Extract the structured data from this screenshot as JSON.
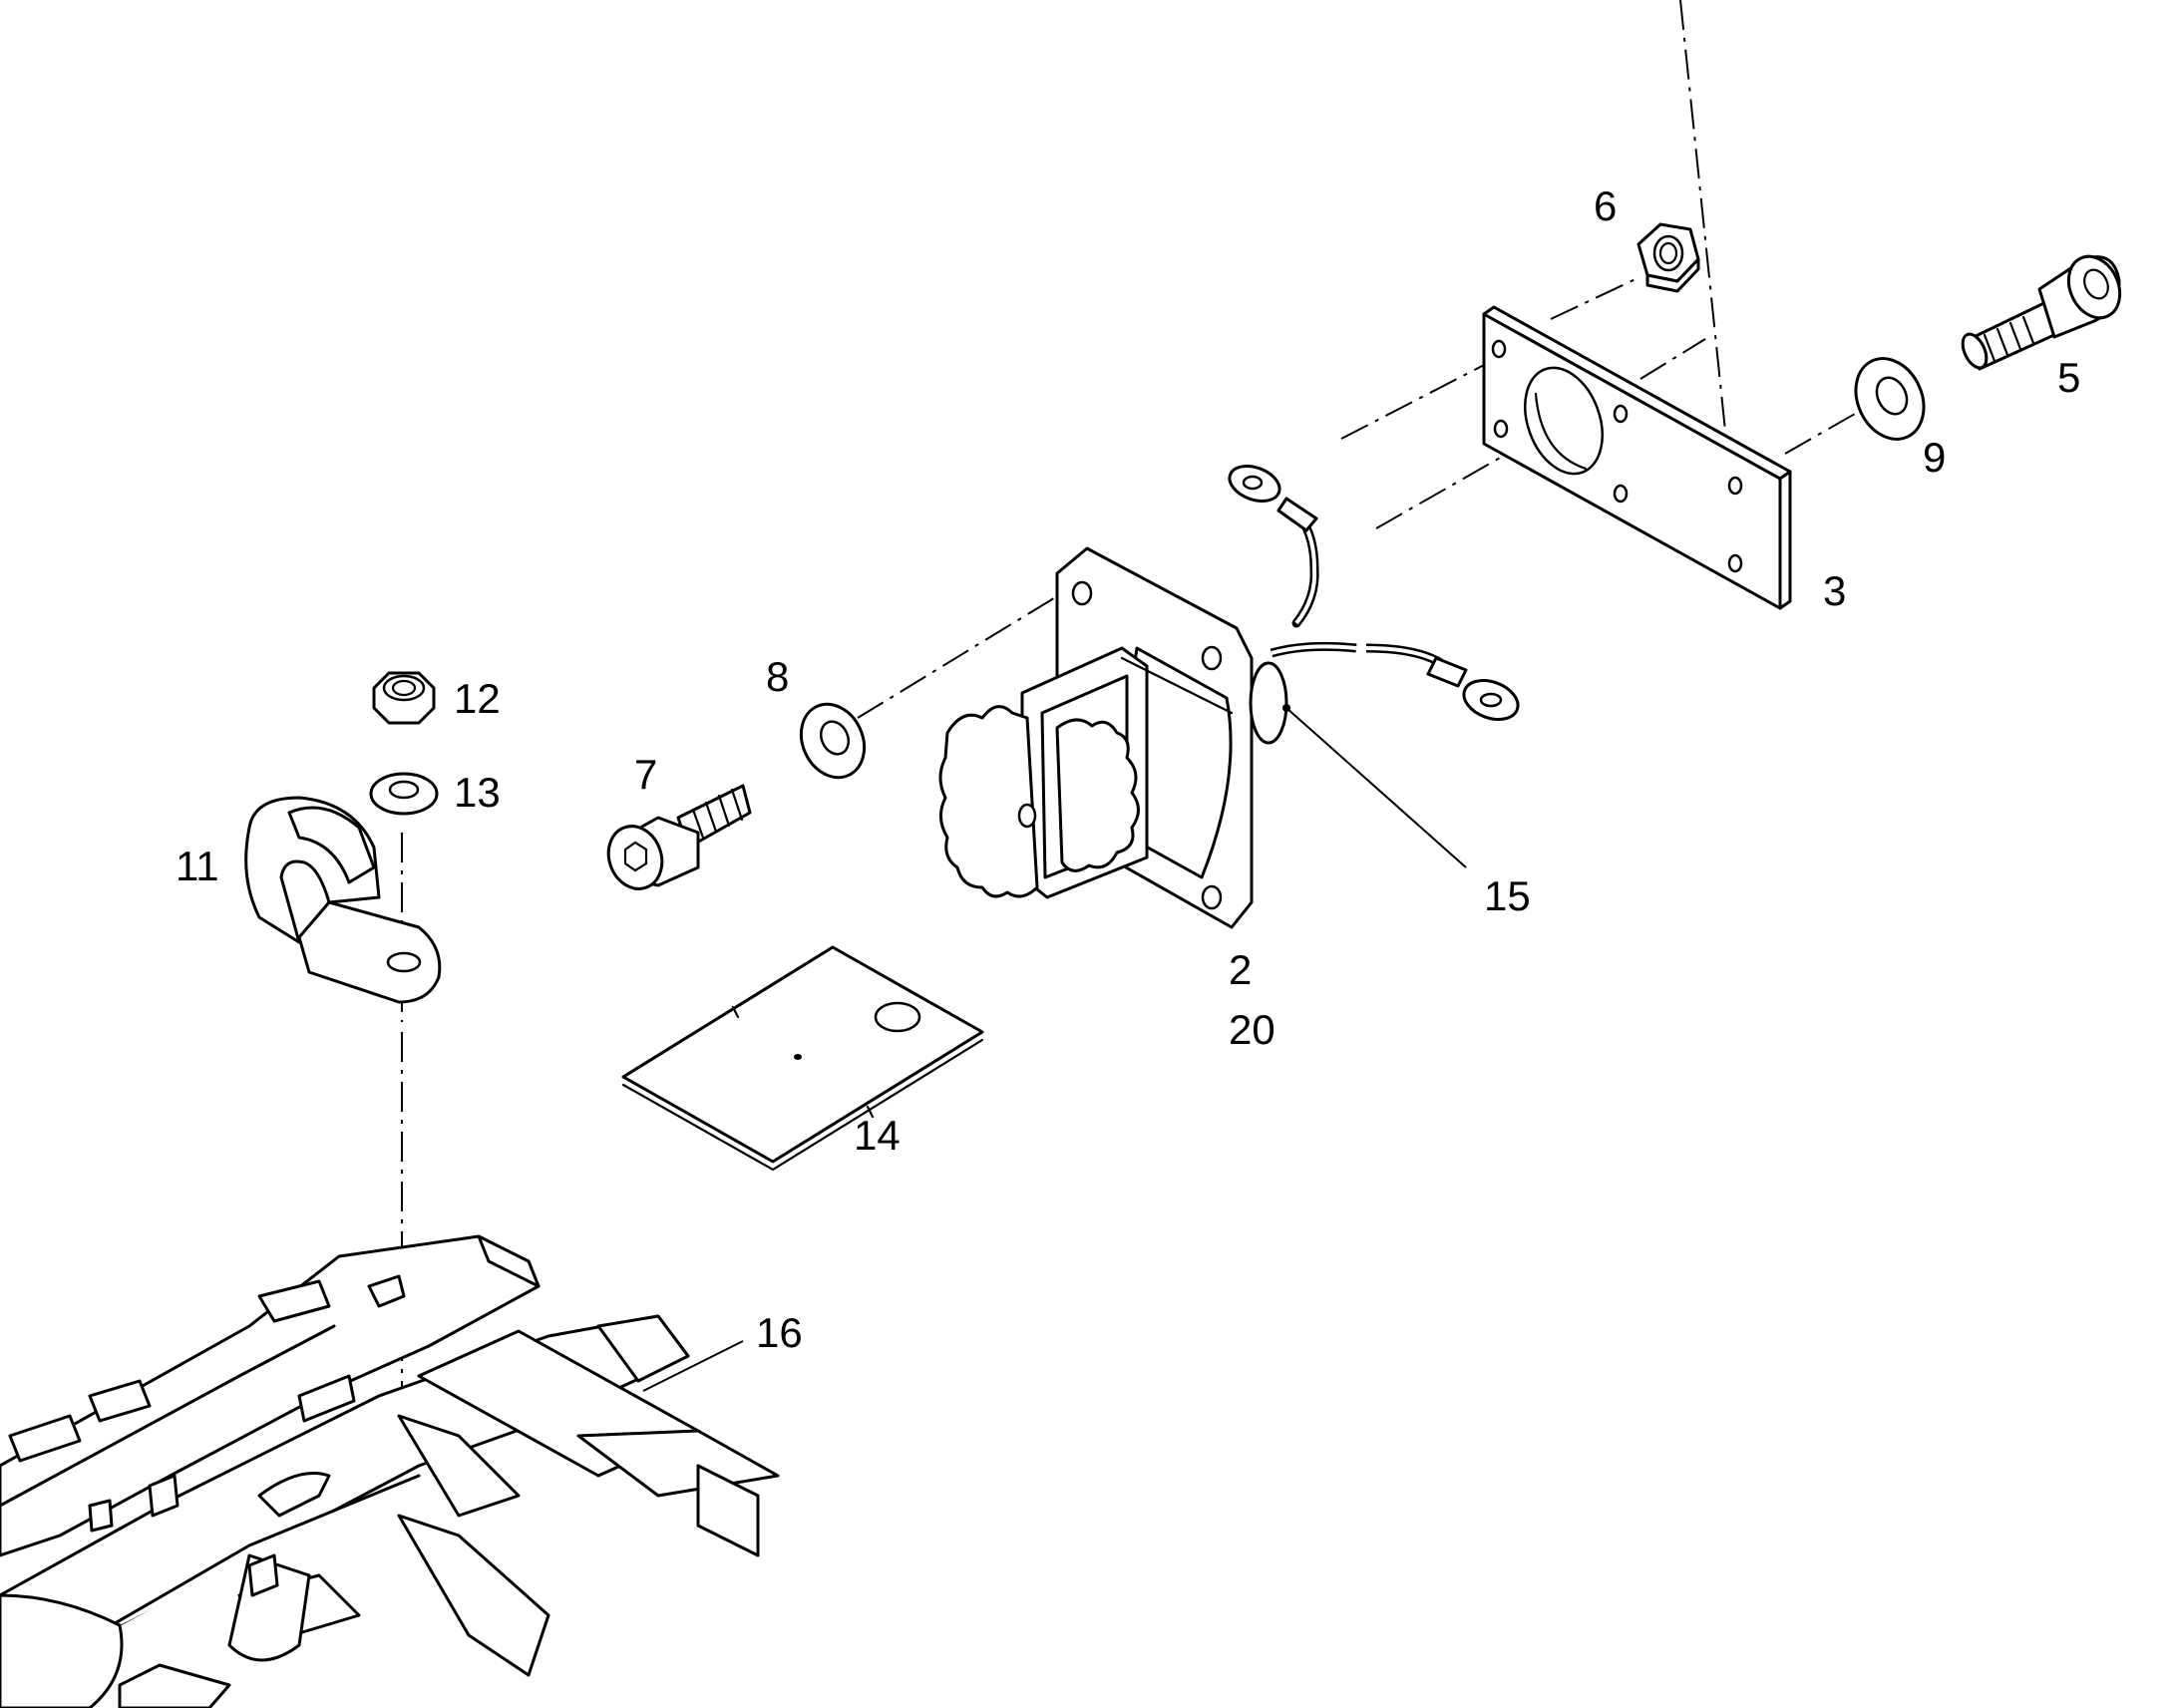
{
  "callouts": {
    "c2": "2",
    "c20": "20",
    "c3": "3",
    "c5": "5",
    "c6": "6",
    "c7": "7",
    "c8": "8",
    "c9": "9",
    "c11": "11",
    "c12": "12",
    "c13": "13",
    "c14": "14",
    "c15": "15",
    "c16": "16"
  },
  "colors": {
    "line": "#000000",
    "background": "#ffffff"
  }
}
